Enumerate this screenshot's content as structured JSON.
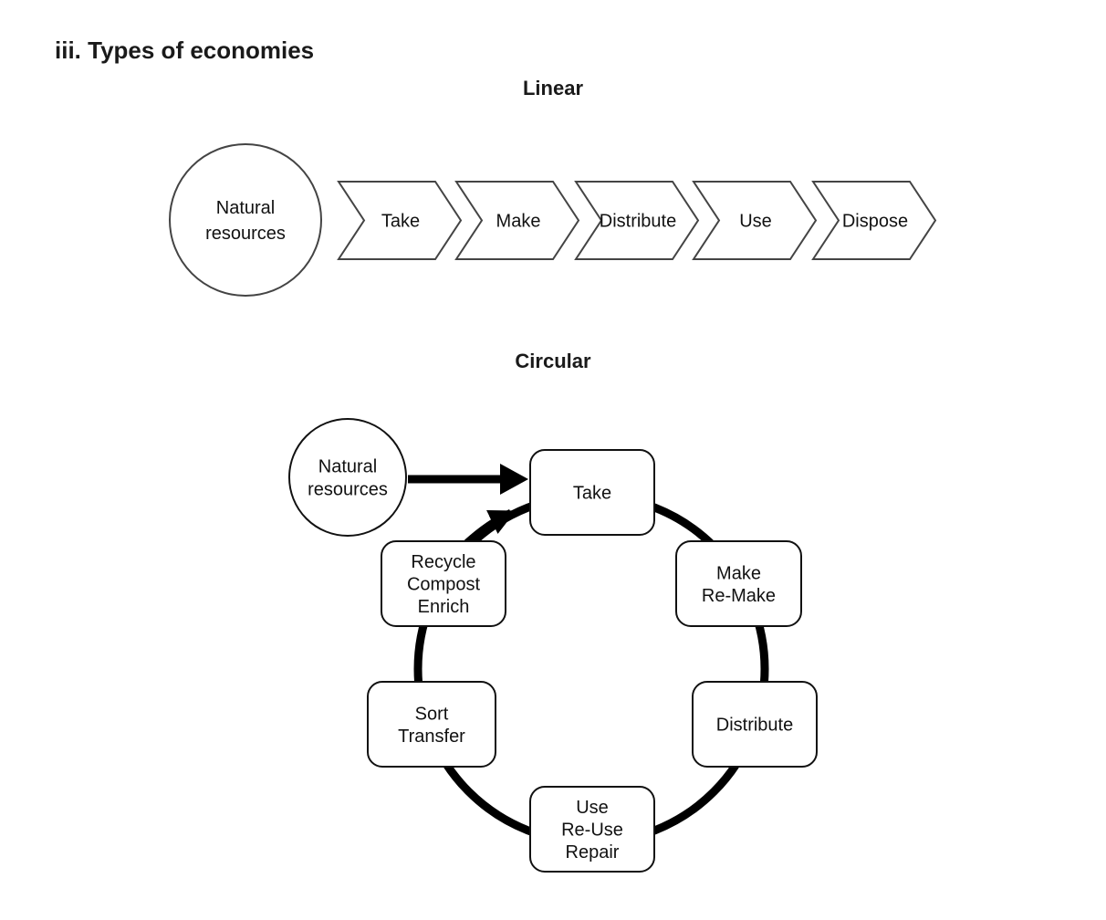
{
  "title": "iii. Types of economies",
  "linear": {
    "title": "Linear",
    "source": [
      "Natural",
      "resources"
    ],
    "steps": [
      "Take",
      "Make",
      "Distribute",
      "Use",
      "Dispose"
    ]
  },
  "circular": {
    "title": "Circular",
    "source": [
      "Natural",
      "resources"
    ],
    "nodes": [
      {
        "lines": [
          "Take"
        ]
      },
      {
        "lines": [
          "Make",
          "Re-Make"
        ]
      },
      {
        "lines": [
          "Distribute"
        ]
      },
      {
        "lines": [
          "Use",
          "Re-Use",
          "Repair"
        ]
      },
      {
        "lines": [
          "Sort",
          "Transfer"
        ]
      },
      {
        "lines": [
          "Recycle",
          "Compost",
          "Enrich"
        ]
      }
    ]
  },
  "colors": {
    "stroke": "#444444",
    "arrow": "#000000",
    "text": "#111111"
  }
}
